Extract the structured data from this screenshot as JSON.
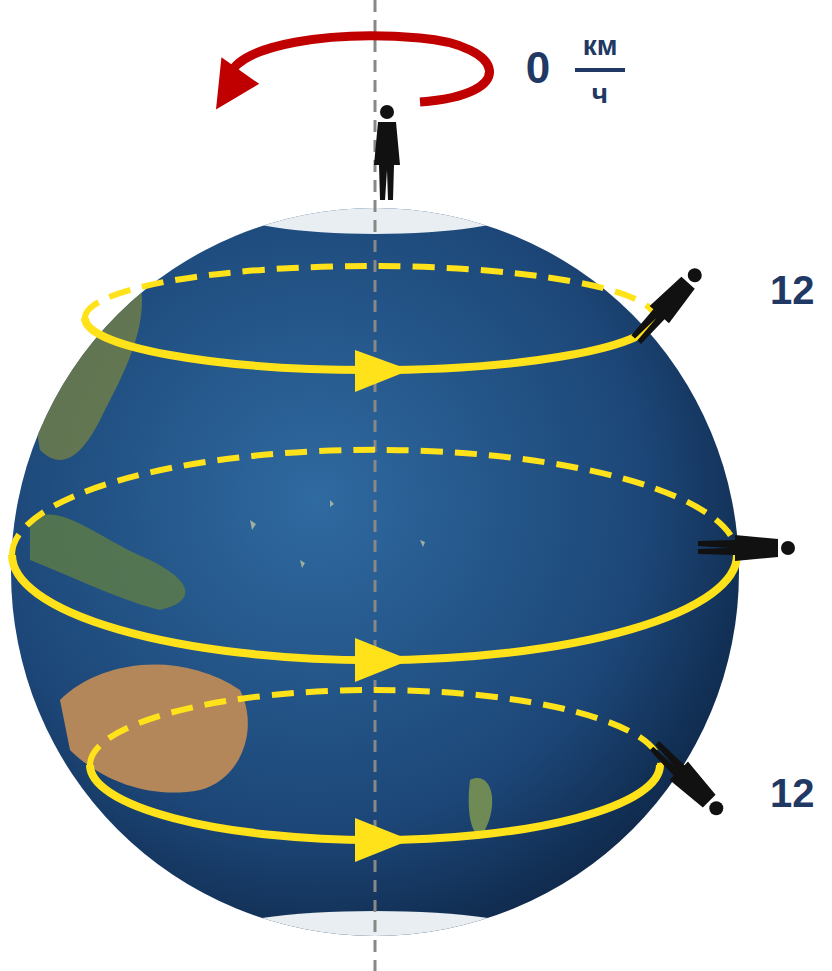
{
  "diagram": {
    "labels": [
      "0",
      "км",
      "ч",
      "12",
      "12"
    ]
  }
}
